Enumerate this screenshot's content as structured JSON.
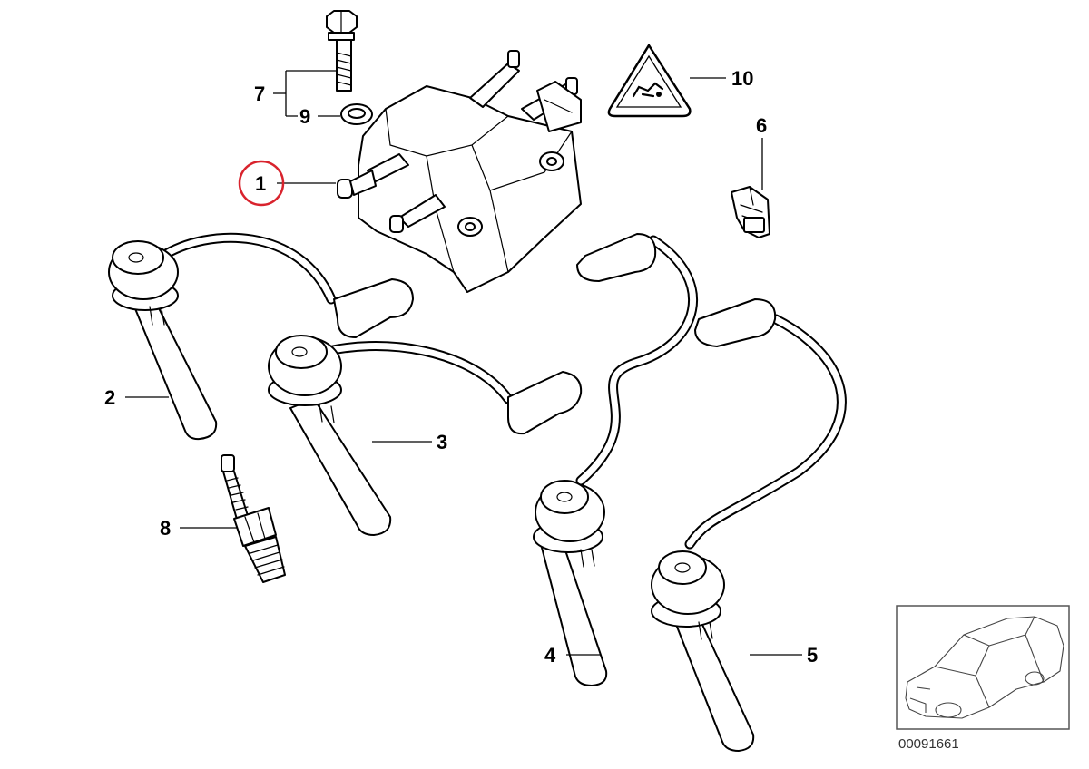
{
  "callouts": [
    {
      "id": "1",
      "label": "1",
      "highlighted": true
    },
    {
      "id": "2",
      "label": "2"
    },
    {
      "id": "3",
      "label": "3"
    },
    {
      "id": "4",
      "label": "4"
    },
    {
      "id": "5",
      "label": "5"
    },
    {
      "id": "6",
      "label": "6"
    },
    {
      "id": "7",
      "label": "7"
    },
    {
      "id": "8",
      "label": "8"
    },
    {
      "id": "9",
      "label": "9"
    },
    {
      "id": "10",
      "label": "10"
    }
  ],
  "diagram_number": "00091661",
  "colors": {
    "line": "#000000",
    "highlight_circle": "#d9232d",
    "background": "#ffffff",
    "inset_border": "#555555"
  },
  "icons": {
    "warning": "high-voltage-warning-icon",
    "vehicle": "car-silhouette-icon"
  }
}
